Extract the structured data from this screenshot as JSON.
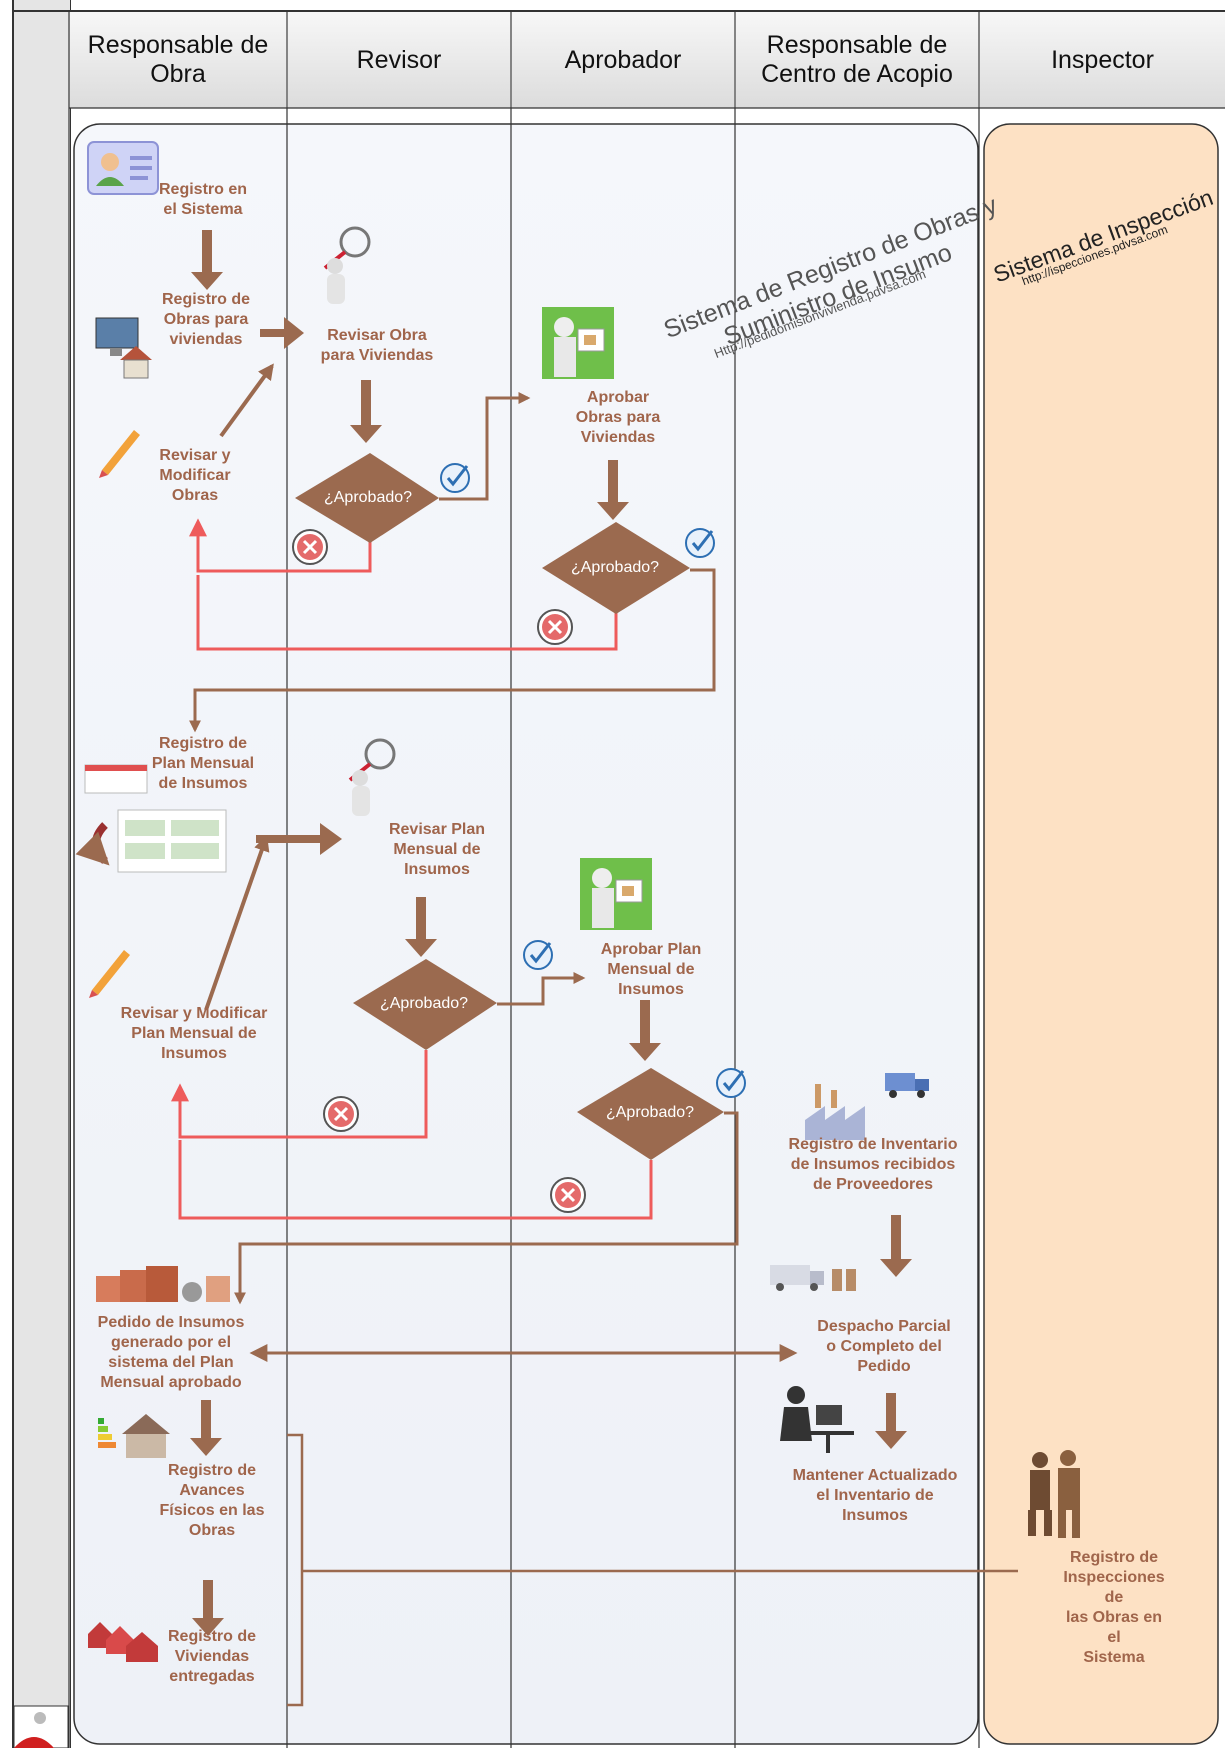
{
  "lanes": [
    {
      "id": "obra",
      "header": "Responsable de\nObra"
    },
    {
      "id": "revisor",
      "header": "Revisor"
    },
    {
      "id": "aprobador",
      "header": "Aprobador"
    },
    {
      "id": "acopio",
      "header": "Responsable de\nCentro de Acopio"
    },
    {
      "id": "inspector",
      "header": "Inspector"
    }
  ],
  "watermarks": {
    "main_title_1": "Sistema de Registro de Obras y",
    "main_title_2": "Suministro de Insumo",
    "main_url": "Http://pedidomisionvivienda.pdvsa.com",
    "insp_title": "Sistema de Inspección",
    "insp_url": "http://ispecciones.pdvsa.com"
  },
  "nodes": {
    "registro_sistema": "Registro en\nel Sistema",
    "registro_obras": "Registro de\nObras para\nviviendas",
    "revisar_modificar_obras": "Revisar y\nModificar\nObras",
    "revisar_obra": "Revisar Obra\npara Viviendas",
    "aprobar_obras": "Aprobar\nObras para\nViviendas",
    "registro_plan": "Registro de\nPlan Mensual\nde Insumos",
    "revisar_plan": "Revisar Plan\nMensual de\nInsumos",
    "revisar_modificar_plan": "Revisar y Modificar\nPlan Mensual de\nInsumos",
    "aprobar_plan": "Aprobar Plan\nMensual de\nInsumos",
    "registro_inventario": "Registro de Inventario\nde Insumos recibidos\nde Proveedores",
    "pedido_insumos": "Pedido de Insumos\ngenerado por el\nsistema del Plan\nMensual aprobado",
    "despacho": "Despacho Parcial\no Completo del\nPedido",
    "registro_avances": "Registro de\nAvances\nFísicos en las\nObras",
    "mantener_inventario": "Mantener Actualizado\nel  Inventario de\nInsumos",
    "registro_viviendas": "Registro de\nViviendas\nentregadas",
    "registro_inspecciones": "Registro de\nInspecciones  de\nlas Obras en el\nSistema"
  },
  "decisions": {
    "d1": "¿Aprobado?",
    "d2": "¿Aprobado?",
    "d3": "¿Aprobado?",
    "d4": "¿Aprobado?"
  },
  "colors": {
    "arrow_brown": "#9b6a4f",
    "reject_red": "#ee5b5b",
    "diamond": "#9b6a4f",
    "label": "#a0654b",
    "inspector_fill": "#fde1c4"
  }
}
